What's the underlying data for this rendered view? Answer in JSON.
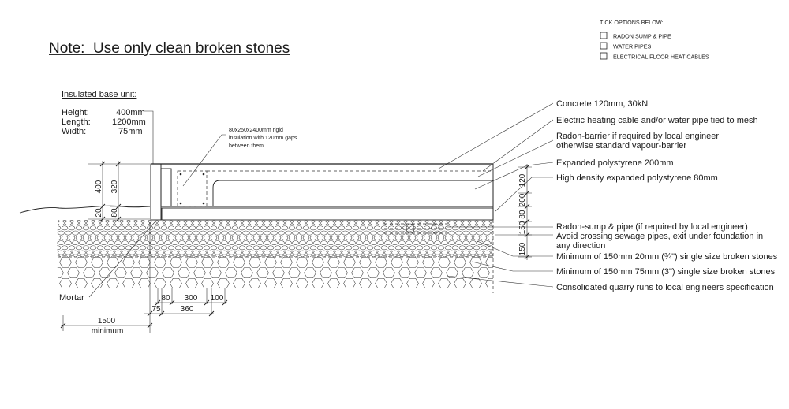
{
  "tick_options": {
    "heading": "TICK OPTIONS BELOW:",
    "items": [
      "RADON SUMP & PIPE",
      "WATER PIPES",
      "ELECTRICAL FLOOR HEAT CABLES"
    ]
  },
  "note": "Note:  Use only clean broken stones",
  "base_unit": {
    "heading": "Insulated base unit:",
    "specs": [
      {
        "label": "Height:",
        "value": "400mm"
      },
      {
        "label": "Length:",
        "value": "1200mm"
      },
      {
        "label": "Width:",
        "value": "75mm"
      }
    ]
  },
  "insulation_note": [
    "80x250x2400mm rigid",
    "insulation with 120mm gaps",
    "between them"
  ],
  "callouts": [
    {
      "lines": [
        "Concrete 120mm, 30kN"
      ]
    },
    {
      "lines": [
        "Electric heating cable and/or water pipe tied to mesh"
      ]
    },
    {
      "lines": [
        "Radon-barrier if required by local engineer",
        "otherwise standard vapour-barrier"
      ]
    },
    {
      "lines": [
        "Expanded polystyrene 200mm"
      ]
    },
    {
      "lines": [
        "High density expanded polystyrene 80mm"
      ]
    },
    {
      "lines": [
        "Radon-sump & pipe (if required by local engineer)",
        "Avoid crossing sewage pipes, exit under foundation in",
        "any direction"
      ]
    },
    {
      "lines": [
        "Minimum of 150mm 20mm (¾\") single size broken stones"
      ]
    },
    {
      "lines": [
        "Minimum of 150mm 75mm (3\") single size broken stones"
      ]
    },
    {
      "lines": [
        "Consolidated quarry runs to local engineers specification"
      ]
    }
  ],
  "mortar_label": "Mortar",
  "dimensions": {
    "left_outer": [
      "400",
      "20"
    ],
    "left_inner": [
      "320",
      "80"
    ],
    "right": [
      "120",
      "200",
      "80",
      "150",
      "150"
    ],
    "bottom_row1": [
      "80",
      "300",
      "100"
    ],
    "bottom_row2": [
      "75",
      "360"
    ],
    "overall": {
      "value": "1500",
      "note": "minimum"
    }
  },
  "colors": {
    "ink": "#1a1a1a",
    "background": "#ffffff"
  }
}
